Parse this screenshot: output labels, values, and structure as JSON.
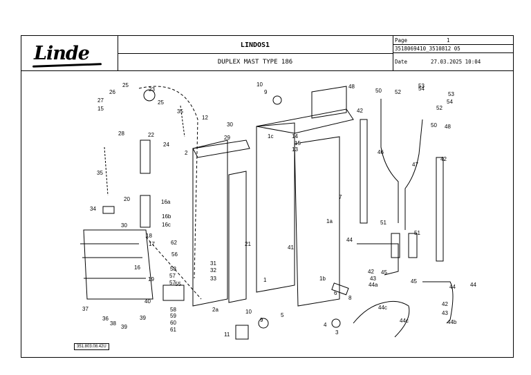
{
  "header": {
    "brand": "Linde",
    "title": "LINDOS1",
    "subtitle": "DUPLEX MAST TYPE 186",
    "page_label": "Page",
    "page_number": "1",
    "part_numbers": "3518069410_3510812 05",
    "date_label": "Date",
    "date_value": "27.03.2025  10:04"
  },
  "drawing": {
    "doc_number": "351.803.08.42U",
    "callouts": [
      "1",
      "1a",
      "1b",
      "1c",
      "2",
      "2a",
      "3",
      "4",
      "5",
      "6",
      "7",
      "8",
      "9",
      "9",
      "10",
      "10",
      "11",
      "12",
      "13",
      "14",
      "15",
      "15",
      "16",
      "16a",
      "16b",
      "16c",
      "17",
      "18",
      "19",
      "20",
      "21",
      "22",
      "23",
      "24",
      "25",
      "25",
      "26",
      "27",
      "28",
      "29",
      "30",
      "30",
      "31",
      "32",
      "33",
      "34",
      "35",
      "35",
      "36",
      "37",
      "38",
      "39",
      "39",
      "40",
      "41",
      "42",
      "42",
      "42",
      "42",
      "43",
      "43",
      "44",
      "44",
      "44",
      "44a",
      "44b",
      "44c",
      "44c",
      "45",
      "45",
      "46",
      "47",
      "48",
      "48",
      "50",
      "50",
      "51",
      "51",
      "52",
      "52",
      "53",
      "53",
      "54",
      "54",
      "55",
      "56",
      "57",
      "57",
      "58",
      "58",
      "59",
      "60",
      "61",
      "62"
    ]
  }
}
